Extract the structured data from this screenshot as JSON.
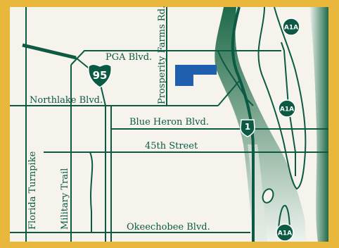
{
  "colors": {
    "frame": "#e8b73c",
    "background": "#f6f3ec",
    "road": "#0c5a44",
    "water": "#2f6f55",
    "site": "#1f5fae"
  },
  "roads": {
    "pga": "PGA Blvd.",
    "prosperity": "Prosperity Farms Rd.",
    "northlake": "Northlake Blvd.",
    "blue_heron": "Blue Heron Blvd.",
    "street_45": "45th Street",
    "florida_turnpike": "Florida Turnpike",
    "military": "Military Trail",
    "okeechobee": "Okeechobee Blvd."
  },
  "shields": {
    "i95": "95",
    "us1": "1",
    "a1a_top": "A1A",
    "a1a_mid": "A1A",
    "a1a_bottom": "A1A"
  },
  "icons": {
    "interstate": "interstate-shield-icon",
    "us_route": "us-route-shield-icon",
    "state_route": "state-route-circle-icon"
  }
}
